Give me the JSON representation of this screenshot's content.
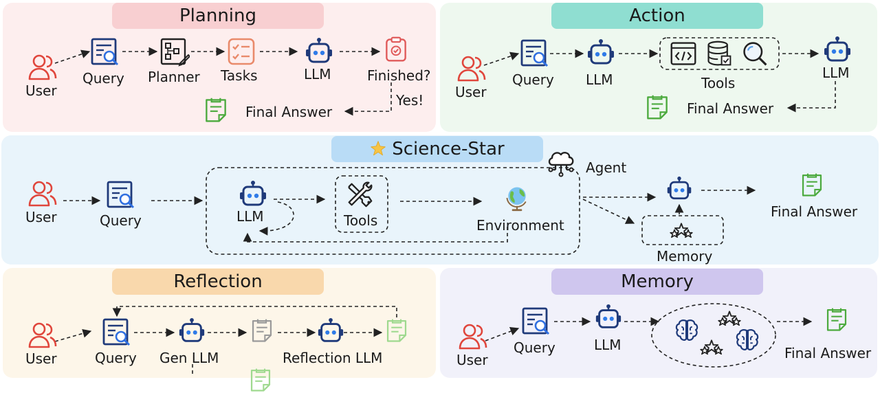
{
  "planning": {
    "title": "Planning",
    "user": "User",
    "query": "Query",
    "planner": "Planner",
    "tasks": "Tasks",
    "llm": "LLM",
    "finished": "Finished?",
    "yes": "Yes!",
    "final": "Final Answer"
  },
  "action": {
    "title": "Action",
    "user": "User",
    "query": "Query",
    "llm1": "LLM",
    "tools": "Tools",
    "llm2": "LLM",
    "final": "Final Answer"
  },
  "science": {
    "title": "Science-Star",
    "user": "User",
    "query": "Query",
    "agent": "Agent",
    "llm": "LLM",
    "tools": "Tools",
    "environment": "Environment",
    "memory": "Memory",
    "final": "Final Answer"
  },
  "reflection": {
    "title": "Reflection",
    "user": "User",
    "query": "Query",
    "gen_llm": "Gen LLM",
    "reflection_llm": "Reflection LLM"
  },
  "memory": {
    "title": "Memory",
    "user": "User",
    "query": "Query",
    "llm": "LLM",
    "final": "Final Answer"
  },
  "colors": {
    "planning_bg": "#fdeeee",
    "planning_title": "#f8cfd1",
    "action_bg": "#eef8ef",
    "action_title": "#8fded1",
    "science_bg": "#e9f4fb",
    "science_title": "#b9dcf6",
    "reflection_bg": "#fdf6e9",
    "reflection_title": "#f9d8ac",
    "memory_bg": "#f1f1fa",
    "memory_title": "#cfc6ee",
    "user_icon": "#e0463c",
    "query_icon": "#1f3a7a",
    "robot_icon": "#1f3a7a",
    "answer_icon": "#4caa3e",
    "task_icon": "#e98a6b"
  },
  "icons": [
    "user-icon",
    "query-icon",
    "planner-icon",
    "tasks-icon",
    "robot-icon",
    "clipboard-icon",
    "answer-icon",
    "code-icon",
    "database-icon",
    "search-icon",
    "tools-icon",
    "globe-icon",
    "cloud-icon",
    "stars-icon",
    "brain-icon",
    "sparkle-icon"
  ]
}
